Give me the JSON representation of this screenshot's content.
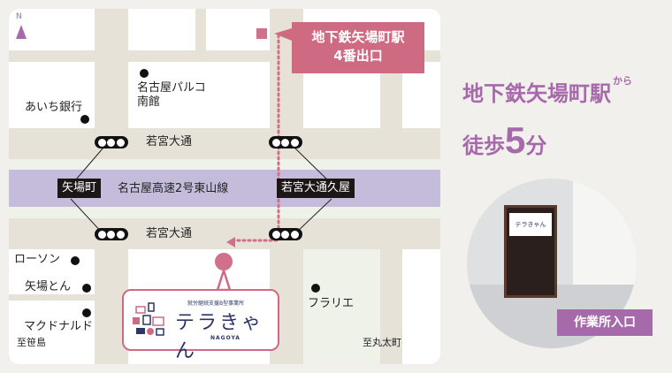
{
  "compass": {
    "label": "N"
  },
  "map": {
    "landmarks": [
      "あいち銀行",
      "名古屋パルコ\n南館",
      "ローソン",
      "矢場とん",
      "マクドナルド",
      "フラリエ"
    ],
    "directions": {
      "west": "至笹島",
      "east": "至丸太町"
    },
    "streets": {
      "upper": "若宮大通",
      "lower": "若宮大通"
    },
    "rail_line": "名古屋高速2号東山線",
    "stations": {
      "west": "矢場町",
      "east": "若宮大通久屋"
    },
    "exit_callout": {
      "line1": "地下鉄矢場町駅",
      "line2": "4番出口"
    }
  },
  "logo": {
    "subtitle": "就労継続支援B型事業所",
    "name": "テラきゃん",
    "city": "NAGOYA"
  },
  "headline": {
    "station": "地下鉄矢場町駅",
    "suffix": "から",
    "walk": "徒歩",
    "minutes": "5",
    "unit": "分"
  },
  "photo": {
    "caption": "作業所入口",
    "sign_text": "テラきゃん"
  },
  "colors": {
    "pink": "#cf6a83",
    "purple": "#a66aab",
    "rail": "#c5bcdc",
    "road": "#e6e2d8"
  }
}
